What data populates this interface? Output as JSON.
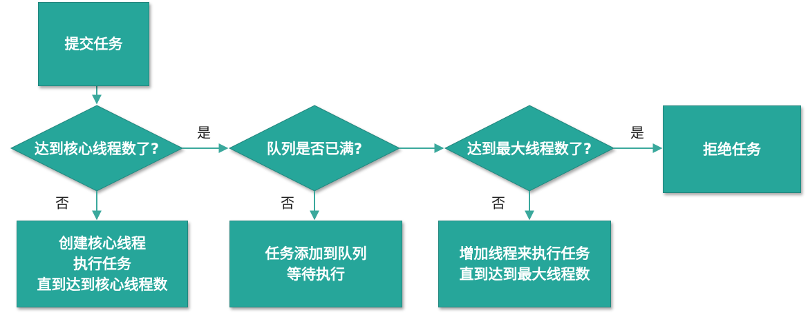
{
  "nodes": {
    "submit": {
      "label": "提交任务"
    },
    "check_core": {
      "label": "达到核心线程数了?"
    },
    "check_queue": {
      "label": "队列是否已满?"
    },
    "check_max": {
      "label": "达到最大线程数了?"
    },
    "reject": {
      "label": "拒绝任务"
    },
    "create_core": {
      "lines": [
        "创建核心线程",
        "执行任务",
        "直到达到核心线程数"
      ]
    },
    "add_queue": {
      "lines": [
        "任务添加到队列",
        "等待执行"
      ]
    },
    "add_thread": {
      "lines": [
        "增加线程来执行任务",
        "直到达到最大线程数"
      ]
    }
  },
  "edge_labels": {
    "core_yes": "是",
    "core_no": "否",
    "queue_no": "否",
    "max_yes": "是",
    "max_no": "否"
  },
  "colors": {
    "node_fill": "#26a69a",
    "node_border": "#22857d",
    "arrow": "#3aa89c"
  }
}
